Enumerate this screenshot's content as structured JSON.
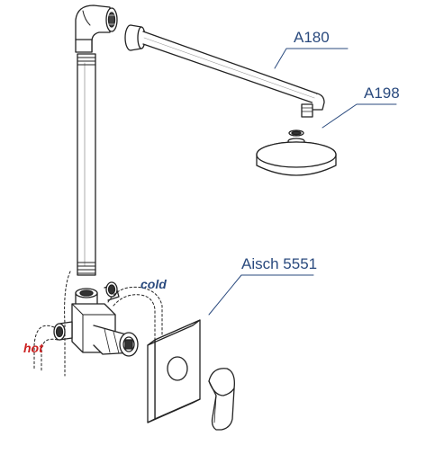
{
  "labels": {
    "arm": "A180",
    "head": "A198",
    "mixer": "Aisch 5551",
    "cold": "cold",
    "hot": "hot"
  },
  "colors": {
    "label_blue": "#2a4a7e",
    "hot_red": "#cc2020",
    "outline": "#222222"
  }
}
